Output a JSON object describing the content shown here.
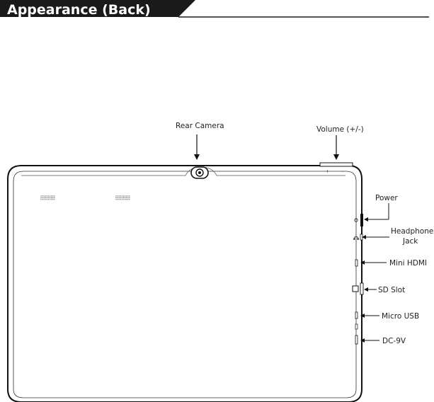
{
  "header": {
    "title": "Appearance (Back)",
    "bar_color": "#1a1a1a",
    "text_color": "#ffffff"
  },
  "labels": {
    "rear_camera": "Rear Camera",
    "volume": "Volume (+/-)",
    "volume_plus": "+",
    "volume_minus": "−",
    "power": "Power",
    "headphone_line1": "Headphone",
    "headphone_line2": "Jack",
    "mini_hdmi": "Mini HDMI",
    "sd_slot": "SD Slot",
    "micro_usb": "Micro USB",
    "dc": "DC-9V"
  },
  "icons": {
    "speaker": "speaker-grille-icon",
    "camera": "camera-lens-icon",
    "power": "power-icon",
    "headphone": "headphone-icon"
  }
}
